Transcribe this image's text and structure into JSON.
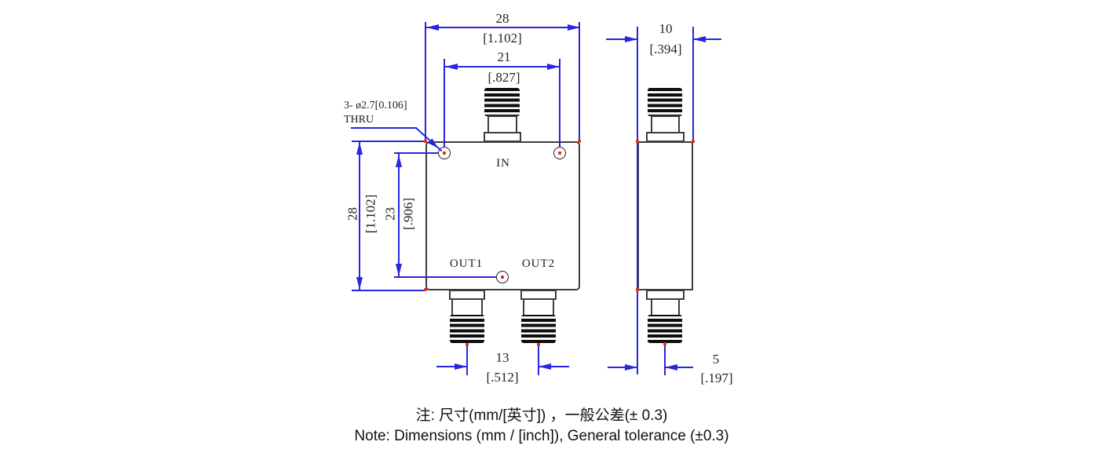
{
  "labels": {
    "in": "IN",
    "out1": "OUT1",
    "out2": "OUT2"
  },
  "callout": {
    "line1": "3- ø2.7[0.106]",
    "line2": "THRU"
  },
  "dims": {
    "body_width": {
      "mm": "28",
      "inch": "[1.102]"
    },
    "hole_span": {
      "mm": "21",
      "inch": "[.827]"
    },
    "body_height": {
      "mm": "28",
      "inch": "[1.102]"
    },
    "hole_pitch": {
      "mm": "23",
      "inch": "[.906]"
    },
    "out_pitch": {
      "mm": "13",
      "inch": "[.512]"
    },
    "side_thickness": {
      "mm": "10",
      "inch": "[.394]"
    },
    "connector_offset": {
      "mm": "5",
      "inch": "[.197]"
    }
  },
  "notes": {
    "zh": "注: 尺寸(mm/[英寸]) ，一般公差(± 0.3)",
    "en": "Note: Dimensions (mm / [inch]), General tolerance (±0.3)"
  },
  "colors": {
    "dimension_blue": "#2726e0",
    "drawing_gray": "#3d3d3d",
    "center_mark_red": "#e03120"
  }
}
